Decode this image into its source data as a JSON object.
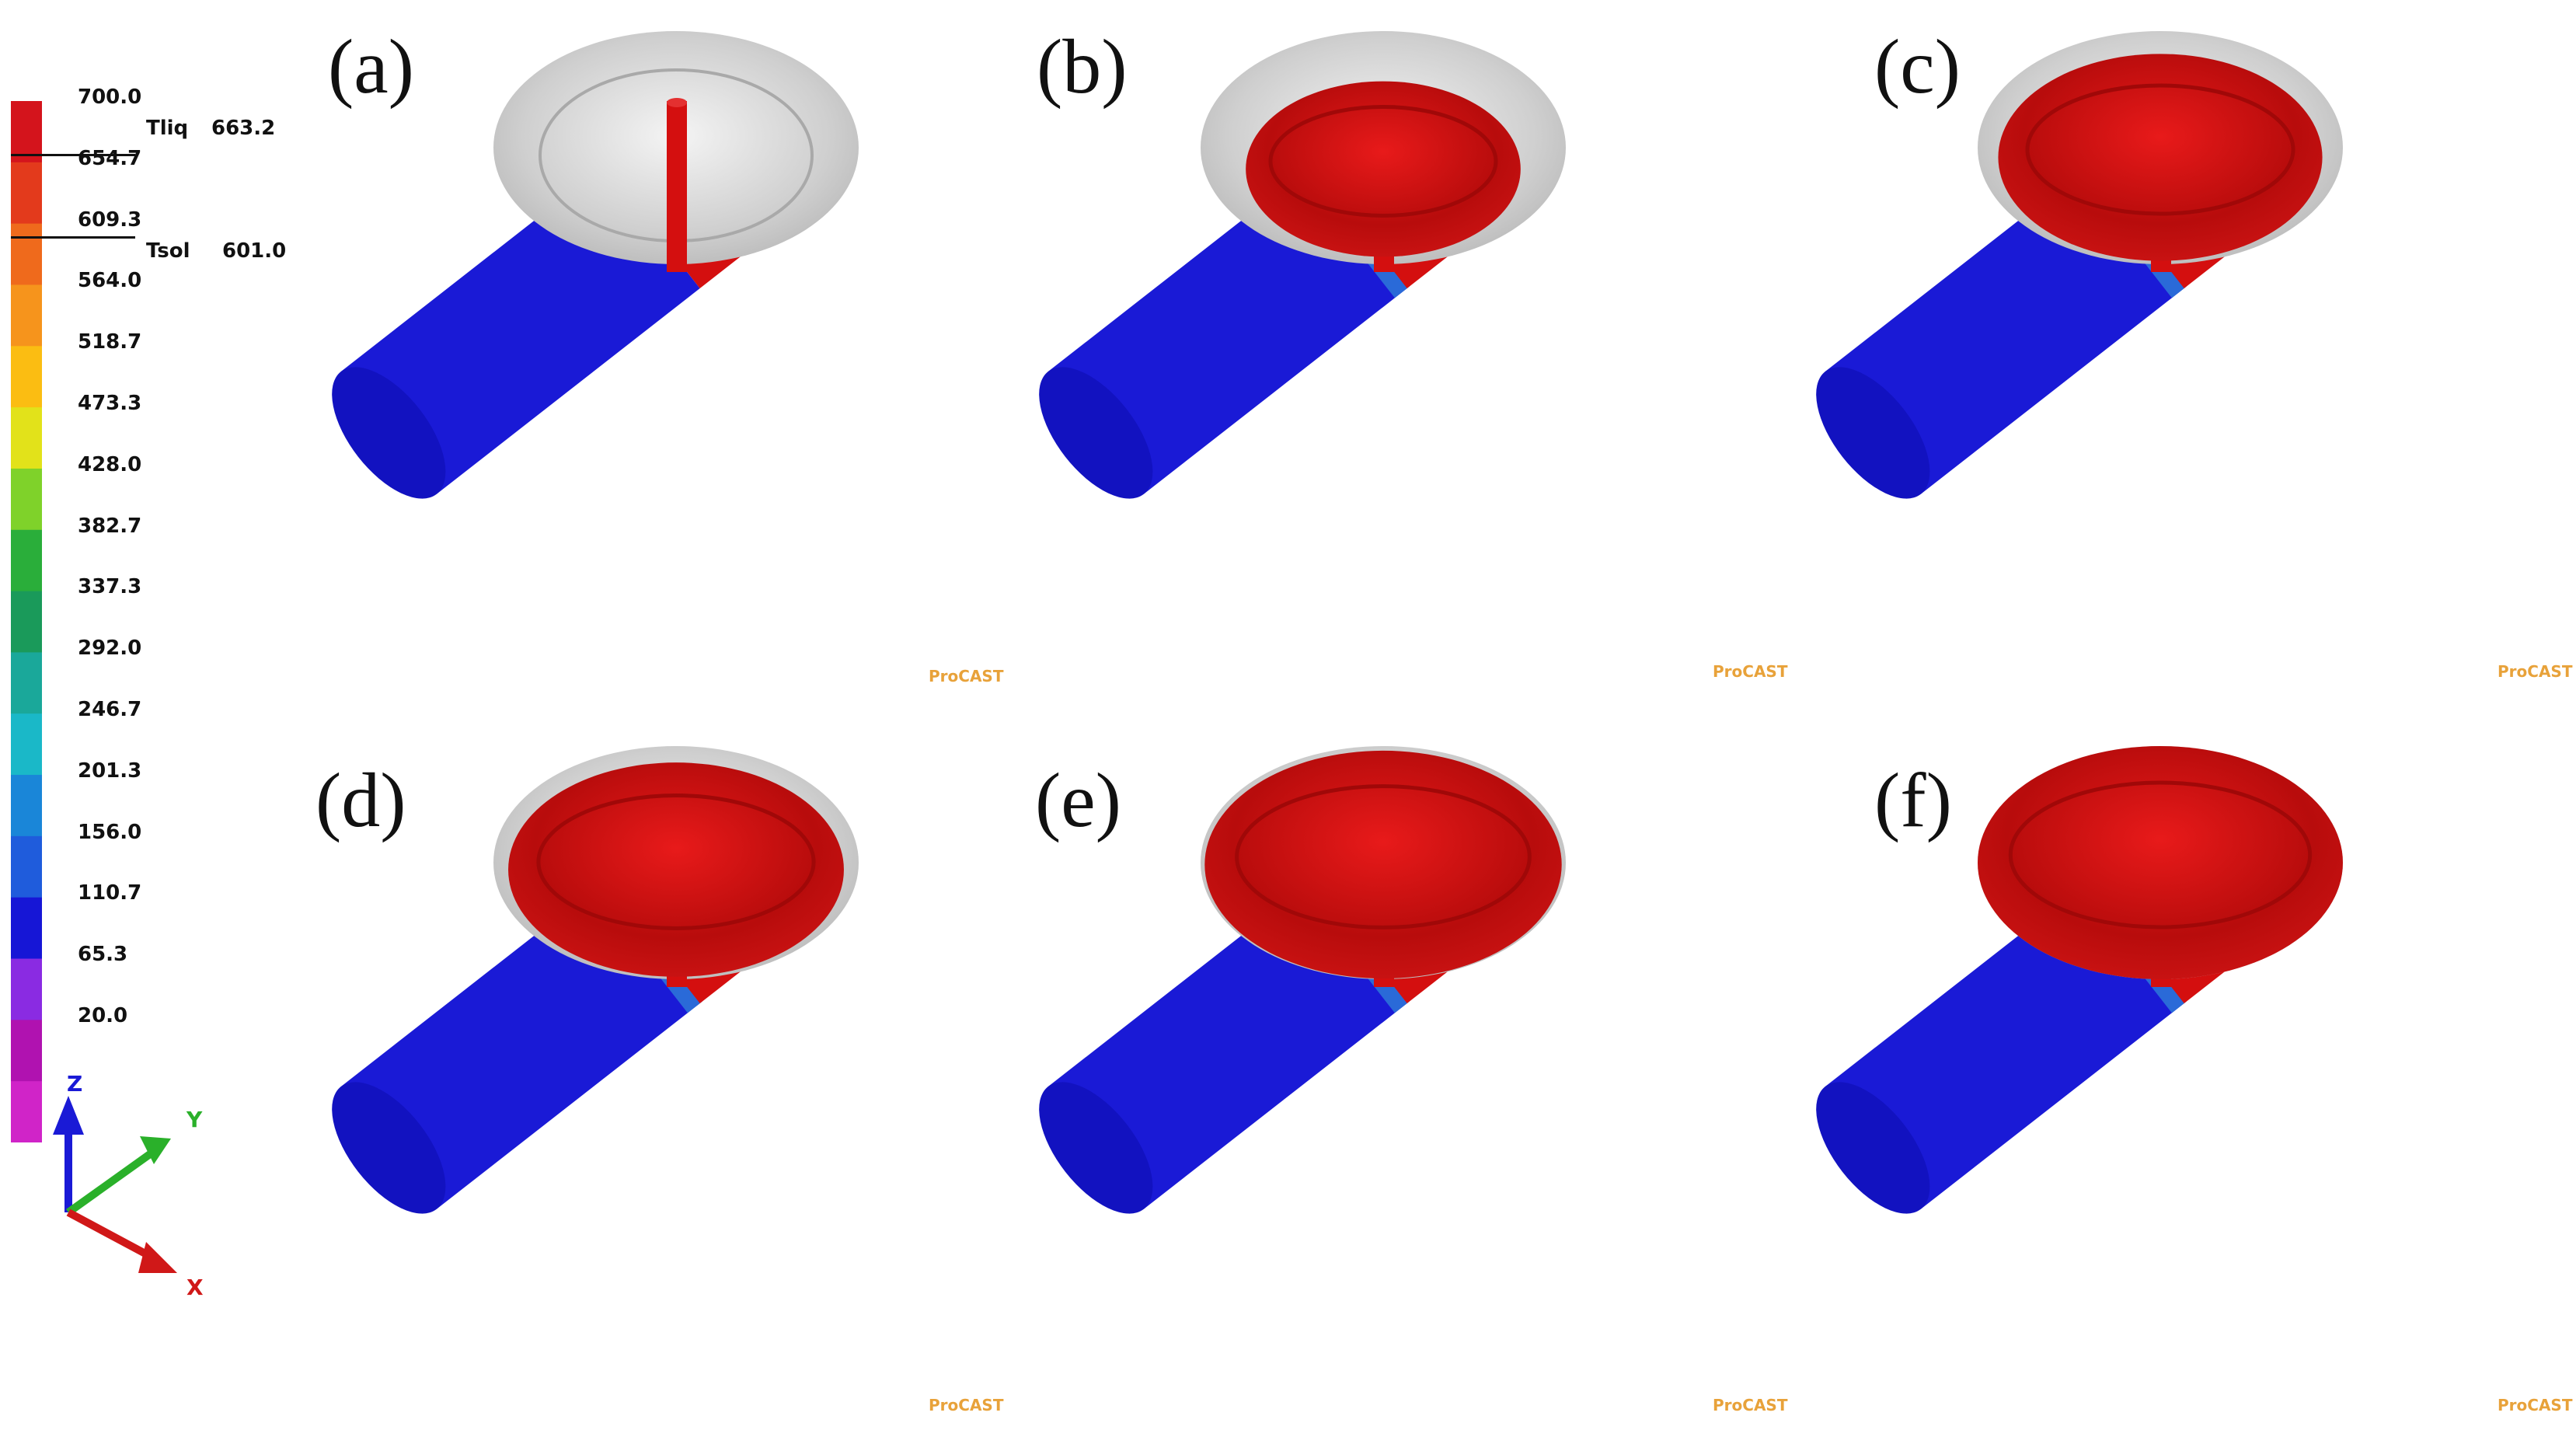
{
  "legend": {
    "values": [
      "700.0",
      "654.7",
      "609.3",
      "564.0",
      "518.7",
      "473.3",
      "428.0",
      "382.7",
      "337.3",
      "292.0",
      "246.7",
      "201.3",
      "156.0",
      "110.7",
      "65.3",
      "20.0"
    ],
    "colors": [
      "#d4141c",
      "#e33a1c",
      "#ef6a1c",
      "#f6941c",
      "#fbbd12",
      "#e2e21a",
      "#7fd22a",
      "#2aae3a",
      "#1a9a5a",
      "#1aa89a",
      "#1ab8c8",
      "#1a86d8",
      "#1f5cdc",
      "#1616d6",
      "#8a2be2",
      "#b012b0",
      "#d024c8"
    ],
    "tliq_label": "Tliq",
    "tliq_value": "663.2",
    "tsol_label": "Tsol",
    "tsol_value": "601.0"
  },
  "axes": {
    "z": "Z",
    "y": "Y",
    "x": "X"
  },
  "panels": [
    {
      "label": "(a)",
      "watermark": "ProCAST",
      "fill": 0.0
    },
    {
      "label": "(b)",
      "watermark": "ProCAST",
      "fill": 0.45
    },
    {
      "label": "(c)",
      "watermark": "ProCAST",
      "fill": 0.75
    },
    {
      "label": "(d)",
      "watermark": "ProCAST",
      "fill": 0.82
    },
    {
      "label": "(e)",
      "watermark": "ProCAST",
      "fill": 0.95
    },
    {
      "label": "(f)",
      "watermark": "ProCAST",
      "fill": 1.0
    }
  ],
  "colors": {
    "hot": "#d40f0f",
    "cold": "#1a1ad6",
    "band": "#2a6ad8",
    "mold": "#d8d8d8"
  }
}
